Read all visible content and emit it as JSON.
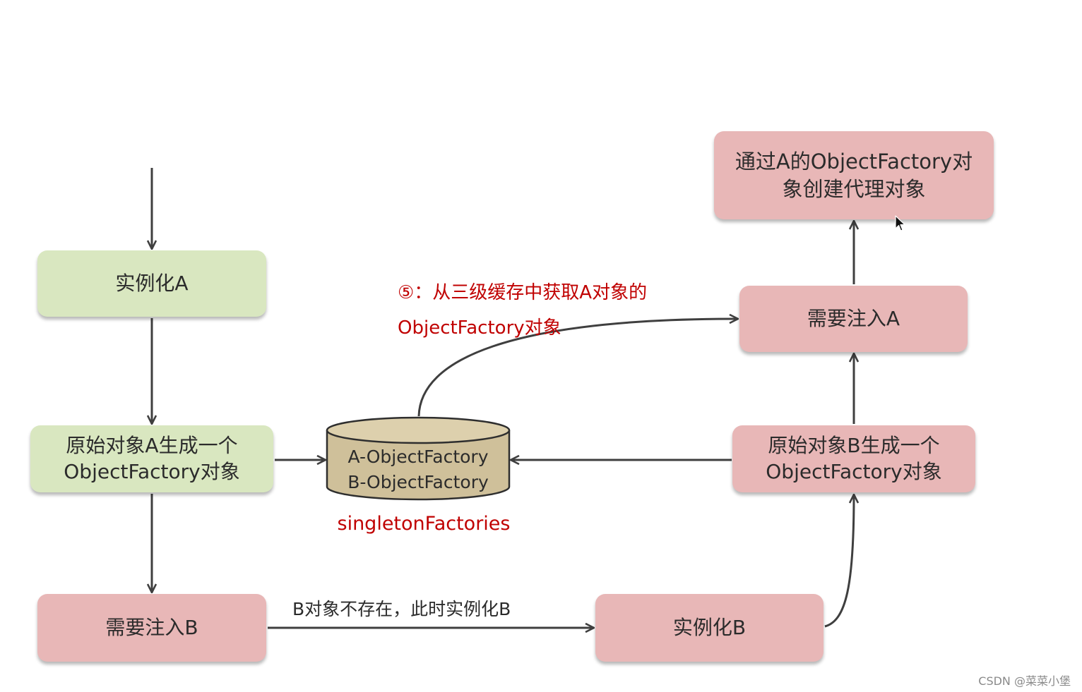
{
  "colors": {
    "green_node": "#d9e7c0",
    "pink_node": "#e8b7b7",
    "cache_fill": "#cfc09a",
    "arrow": "#3f3f3f",
    "annotation_red": "#c00000"
  },
  "nodes": {
    "instantiate_a": "实例化A",
    "raw_a_line1": "原始对象A生成一个",
    "raw_a_line2": "ObjectFactory对象",
    "inject_b": "需要注入B",
    "instantiate_b": "实例化B",
    "raw_b_line1": "原始对象B生成一个",
    "raw_b_line2": "ObjectFactory对象",
    "inject_a": "需要注入A",
    "proxy_line1": "通过A的ObjectFactory对",
    "proxy_line2": "象创建代理对象"
  },
  "cache": {
    "entries": [
      "A-ObjectFactory",
      "B-ObjectFactory"
    ],
    "name": "singletonFactories"
  },
  "annotations": {
    "step5_line1": "⑤：从三级缓存中获取A对象的",
    "step5_line2": "ObjectFactory对象",
    "b_missing": "B对象不存在，此时实例化B"
  },
  "watermark": "CSDN @菜菜小堡",
  "icons": {
    "cursor": "mouse-cursor-icon"
  }
}
